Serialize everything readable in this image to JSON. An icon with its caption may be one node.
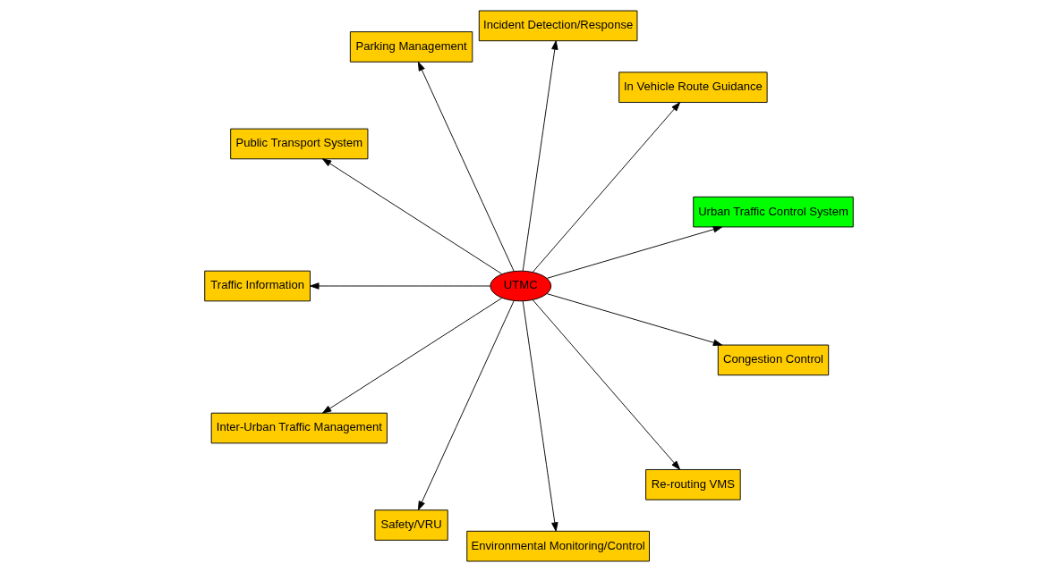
{
  "diagram": {
    "nodes": [
      {
        "text": [
          "Urban Traffic Control System"
        ]
      },
      {
        "text": [
          "In Vehicle Route Guidance"
        ]
      },
      {
        "text": [
          "Incident Detection/Response"
        ]
      },
      {
        "text": [
          "Parking Management"
        ]
      },
      {
        "text": [
          "Public Transport System"
        ]
      },
      {
        "text": [
          "Traffic Information"
        ]
      },
      {
        "text": [
          "UTMC"
        ]
      },
      {
        "text": [
          "Inter-Urban Traffic Management"
        ]
      },
      {
        "text": [
          "Safety/VRU"
        ]
      },
      {
        "text": [
          "Environmental Monitoring/Control"
        ]
      },
      {
        "text": [
          "Re-routing VMS"
        ]
      },
      {
        "text": [
          "Congestion Control"
        ]
      }
    ],
    "edges": [
      {
        "from": 6,
        "to": 0,
        "arrow": "to"
      },
      {
        "from": 6,
        "to": 1,
        "arrow": "to"
      },
      {
        "from": 6,
        "to": 2,
        "arrow": "to"
      },
      {
        "from": 6,
        "to": 3,
        "arrow": "to"
      },
      {
        "from": 6,
        "to": 4,
        "arrow": "to"
      },
      {
        "from": 6,
        "to": 5,
        "arrow": "to"
      },
      {
        "from": 6,
        "to": 7,
        "arrow": "to"
      },
      {
        "from": 6,
        "to": 8,
        "arrow": "to"
      },
      {
        "from": 6,
        "to": 9,
        "arrow": "to"
      },
      {
        "from": 6,
        "to": 10,
        "arrow": "to"
      },
      {
        "from": 6,
        "to": 11,
        "arrow": "to"
      }
    ]
  }
}
